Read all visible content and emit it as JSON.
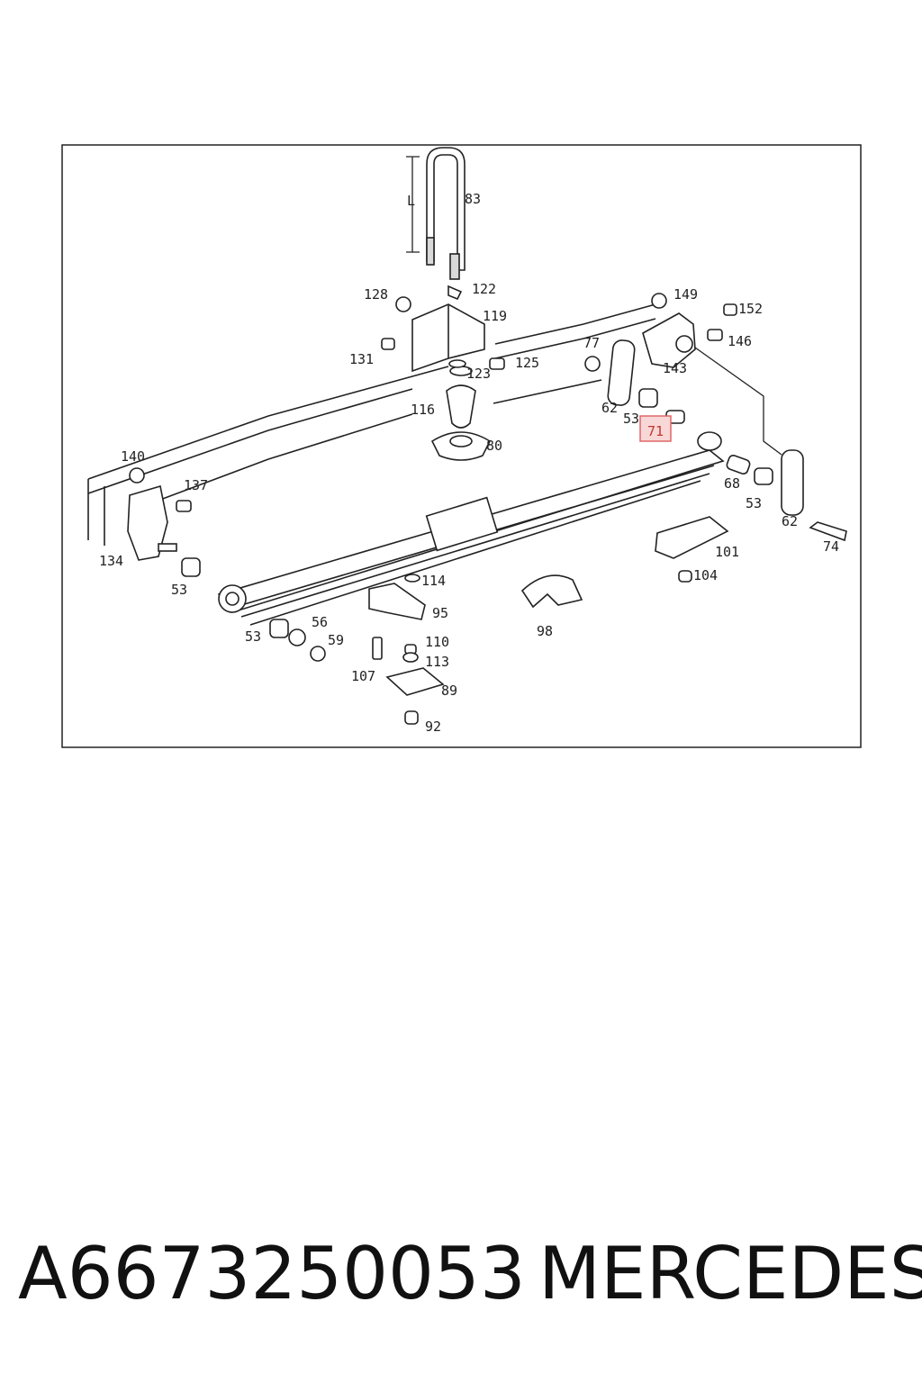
{
  "diagram": {
    "dimension_label": "L",
    "callouts": [
      "83",
      "128",
      "122",
      "119",
      "149",
      "152",
      "146",
      "131",
      "125",
      "123",
      "77",
      "143",
      "116",
      "62",
      "53",
      "71",
      "80",
      "140",
      "137",
      "68",
      "53",
      "62",
      "74",
      "134",
      "53",
      "101",
      "104",
      "114",
      "95",
      "98",
      "53",
      "56",
      "59",
      "110",
      "107",
      "113",
      "89",
      "92"
    ],
    "highlighted_callout": "71",
    "highlight_color": "#e06666"
  },
  "caption": {
    "part_number": "A6673250053",
    "brand": "MERCEDES"
  }
}
